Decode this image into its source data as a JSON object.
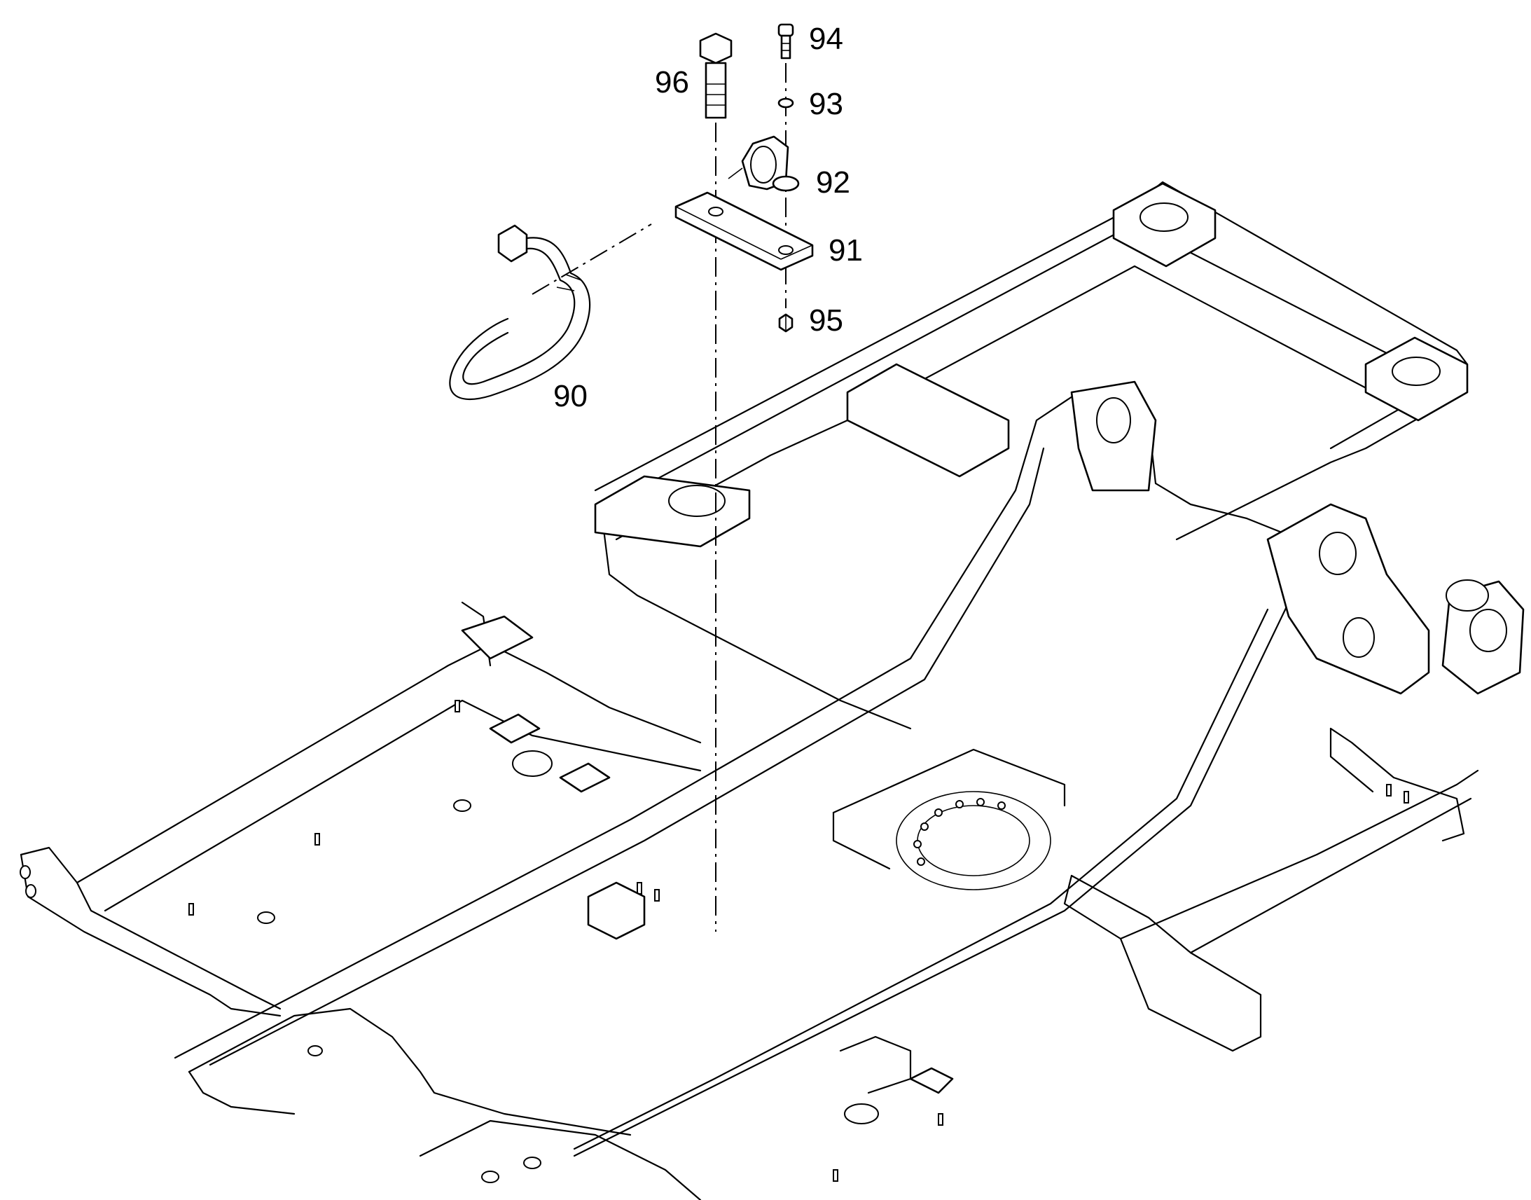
{
  "callouts": [
    {
      "id": "94",
      "label": "94"
    },
    {
      "id": "93",
      "label": "93"
    },
    {
      "id": "96",
      "label": "96"
    },
    {
      "id": "92",
      "label": "92"
    },
    {
      "id": "91",
      "label": "91"
    },
    {
      "id": "95",
      "label": "95"
    },
    {
      "id": "90",
      "label": "90"
    }
  ],
  "colors": {
    "line": "#000000",
    "background": "#ffffff"
  }
}
